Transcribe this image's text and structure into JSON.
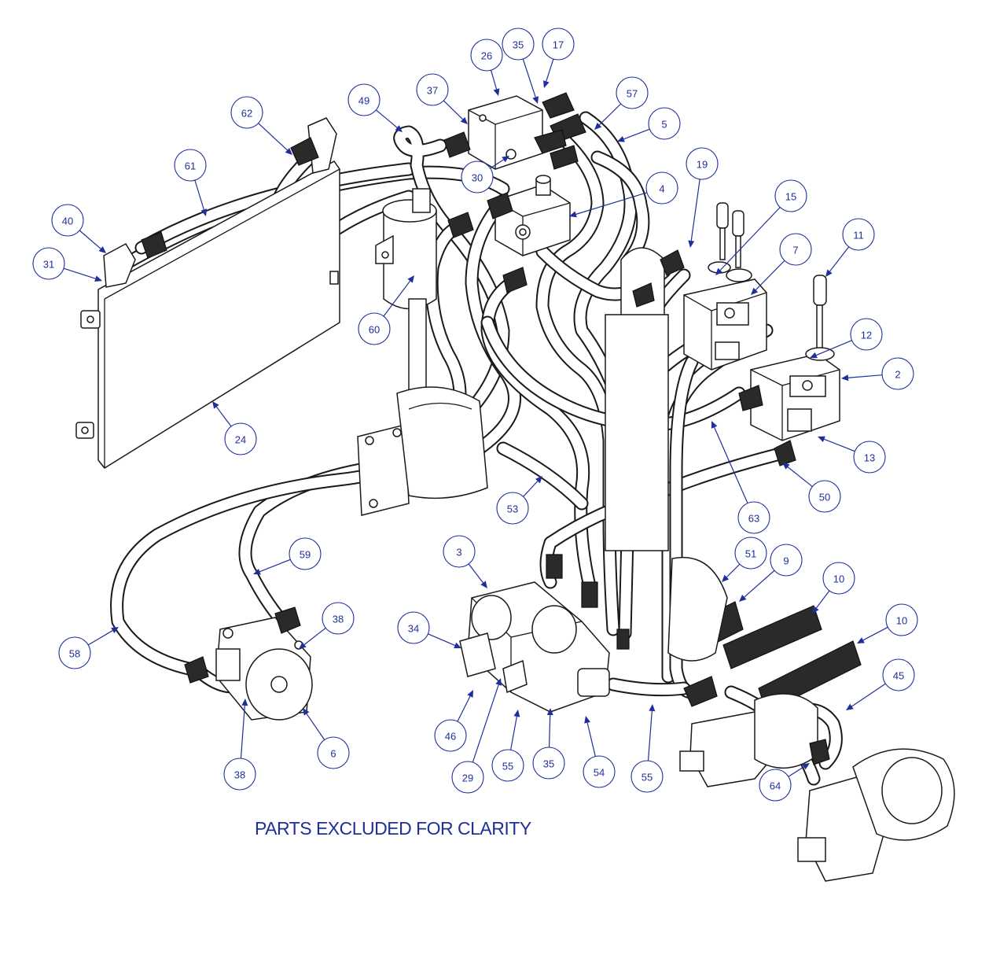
{
  "diagram": {
    "note": "PARTS EXCLUDED FOR CLARITY",
    "callout_color": "#1f2f9a",
    "line_color": "#1a1a1a",
    "callouts": [
      {
        "label": "26"
      },
      {
        "label": "35"
      },
      {
        "label": "17"
      },
      {
        "label": "37"
      },
      {
        "label": "49"
      },
      {
        "label": "57"
      },
      {
        "label": "62"
      },
      {
        "label": "5"
      },
      {
        "label": "61"
      },
      {
        "label": "30"
      },
      {
        "label": "4"
      },
      {
        "label": "19"
      },
      {
        "label": "15"
      },
      {
        "label": "40"
      },
      {
        "label": "11"
      },
      {
        "label": "31"
      },
      {
        "label": "7"
      },
      {
        "label": "60"
      },
      {
        "label": "12"
      },
      {
        "label": "2"
      },
      {
        "label": "24"
      },
      {
        "label": "13"
      },
      {
        "label": "53"
      },
      {
        "label": "50"
      },
      {
        "label": "63"
      },
      {
        "label": "3"
      },
      {
        "label": "59"
      },
      {
        "label": "51"
      },
      {
        "label": "9"
      },
      {
        "label": "10"
      },
      {
        "label": "38"
      },
      {
        "label": "34"
      },
      {
        "label": "10"
      },
      {
        "label": "58"
      },
      {
        "label": "45"
      },
      {
        "label": "46"
      },
      {
        "label": "6"
      },
      {
        "label": "35"
      },
      {
        "label": "55"
      },
      {
        "label": "54"
      },
      {
        "label": "55"
      },
      {
        "label": "29"
      },
      {
        "label": "38"
      },
      {
        "label": "64"
      }
    ]
  }
}
